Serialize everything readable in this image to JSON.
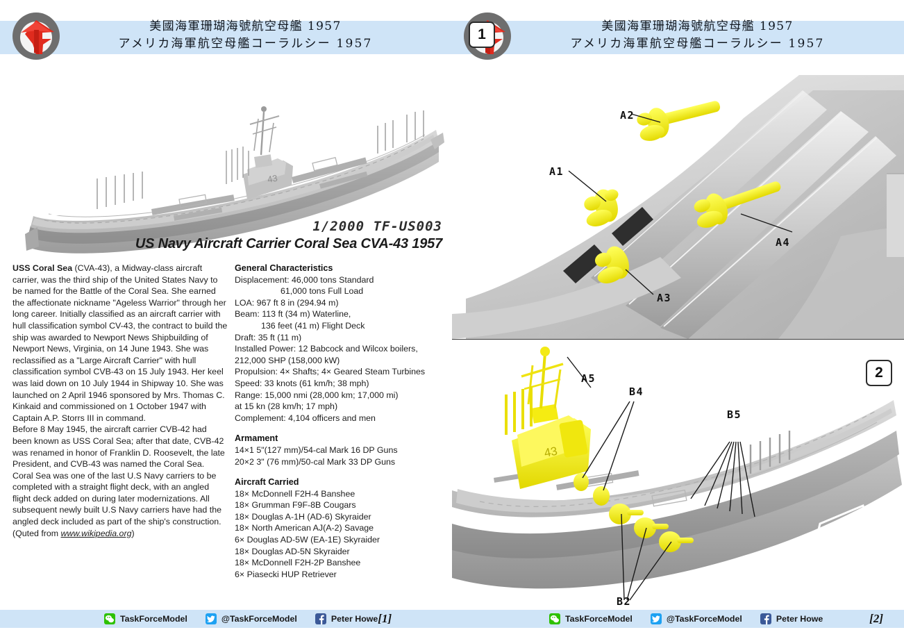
{
  "brand": {
    "logo_icon": "taskforce-tf-monogram-logo",
    "accent_red": "#e02b1e",
    "logo_ring": "#6e6e6e",
    "header_band": "#cfe4f7"
  },
  "header": {
    "title_cn": "美國海軍珊瑚海號航空母艦 1957",
    "title_jp": "アメリカ海軍航空母艦コーラルシー 1957"
  },
  "product": {
    "scale_code": "1/2000 TF-US003",
    "name": "US Navy Aircraft Carrier Coral Sea CVA-43 1957",
    "render_alt": "grey 3D render of USS Coral Sea CVA-43 aircraft carrier"
  },
  "description": {
    "lead_bold": "USS Coral Sea",
    "paragraphs": [
      "USS Coral Sea (CVA-43), a Midway-class aircraft carrier, was the third ship of the United States Navy to be named for the Battle of the Coral Sea. She earned the affectionate nickname \"Ageless Warrior\" through her long career. Initially classified as an aircraft carrier with hull classification symbol CV-43, the contract to build the ship was awarded to Newport News Shipbuilding of Newport News, Virginia, on 14 June 1943. She was reclassified as a \"Large Aircraft Carrier\" with hull classification symbol CVB-43 on 15 July 1943. Her keel was laid down on 10 July 1944 in Shipway 10. She was launched on 2 April 1946 sponsored by Mrs. Thomas C. Kinkaid and commissioned on 1 October 1947 with Captain A.P. Storrs III in command.",
      "Before 8 May 1945, the aircraft carrier CVB-42 had been known as USS Coral Sea; after that date, CVB-42 was renamed in honor of Franklin D. Roosevelt, the late President, and CVB-43 was named the Coral Sea.",
      "Coral Sea was one of the last U.S Navy carriers to be completed with a straight flight deck, with an angled flight deck added on during later modernizations. All subsequent newly built U.S Navy carriers have had the angled deck included as part of the ship's construction."
    ],
    "citation_prefix": "(Quted from ",
    "citation_link": "www.wikipedia.org",
    "citation_suffix": ")"
  },
  "general_characteristics": {
    "heading": "General Characteristics",
    "lines": [
      {
        "text": "Displacement: 46,000 tons Standard",
        "indent": 0
      },
      {
        "text": "61,000 tons Full Load",
        "indent": 1
      },
      {
        "text": "LOA: 967 ft 8 in (294.94 m)",
        "indent": 0
      },
      {
        "text": "Beam: 113 ft (34 m) Waterline,",
        "indent": 0
      },
      {
        "text": "136 feet (41 m) Flight Deck",
        "indent": 2
      },
      {
        "text": "Draft: 35 ft (11 m)",
        "indent": 0
      },
      {
        "text": "Installed Power: 12 Babcock and Wilcox boilers,",
        "indent": 0
      },
      {
        "text": "212,000 SHP (158,000 kW)",
        "indent": 0
      },
      {
        "text": "Propulsion: 4× Shafts; 4× Geared Steam Turbines",
        "indent": 0
      },
      {
        "text": "Speed: 33 knots (61 km/h; 38 mph)",
        "indent": 0
      },
      {
        "text": "Range: 15,000 nmi (28,000 km; 17,000 mi)",
        "indent": 0
      },
      {
        "text": "at 15 kn (28 km/h; 17 mph)",
        "indent": 0
      },
      {
        "text": "Complement: 4,104 officers and men",
        "indent": 0
      }
    ]
  },
  "armament": {
    "heading": "Armament",
    "lines": [
      "14×1 5\"(127 mm)/54-cal Mark 16 DP Guns",
      "20×2 3\" (76 mm)/50-cal Mark 33 DP Guns"
    ]
  },
  "aircraft_carried": {
    "heading": "Aircraft Carried",
    "lines": [
      "18× McDonnell F2H-4 Banshee",
      "18× Grumman F9F-8B Cougars",
      "18× Douglas A-1H (AD-6) Skyraider",
      "18× North American AJ(A-2) Savage",
      "6× Douglas AD-5W (EA-1E) Skyraider",
      "18× Douglas AD-5N Skyraider",
      "18× McDonnell F2H-2P Banshee",
      "6× Piasecki HUP Retriever"
    ]
  },
  "assembly": {
    "steps": [
      {
        "number": "1",
        "view_alt": "close-up grey render of carrier bow deck with yellow parts",
        "part_labels": [
          "A2",
          "A1",
          "A4",
          "A3"
        ]
      },
      {
        "number": "2",
        "view_alt": "grey render of full carrier hull with yellow island and deck parts",
        "part_labels": [
          "A5",
          "B4",
          "B5",
          "B2"
        ]
      }
    ],
    "highlight_color": "#f2ea12"
  },
  "footer": {
    "pages": [
      {
        "page_label": "[1]",
        "socials": [
          {
            "icon": "wechat-icon",
            "label": "TaskForceModel"
          },
          {
            "icon": "twitter-icon",
            "label": "@TaskForceModel"
          },
          {
            "icon": "facebook-icon",
            "label": "Peter Howe"
          }
        ]
      },
      {
        "page_label": "[2]",
        "socials": [
          {
            "icon": "wechat-icon",
            "label": "TaskForceModel"
          },
          {
            "icon": "twitter-icon",
            "label": "@TaskForceModel"
          },
          {
            "icon": "facebook-icon",
            "label": "Peter Howe"
          }
        ]
      }
    ]
  }
}
